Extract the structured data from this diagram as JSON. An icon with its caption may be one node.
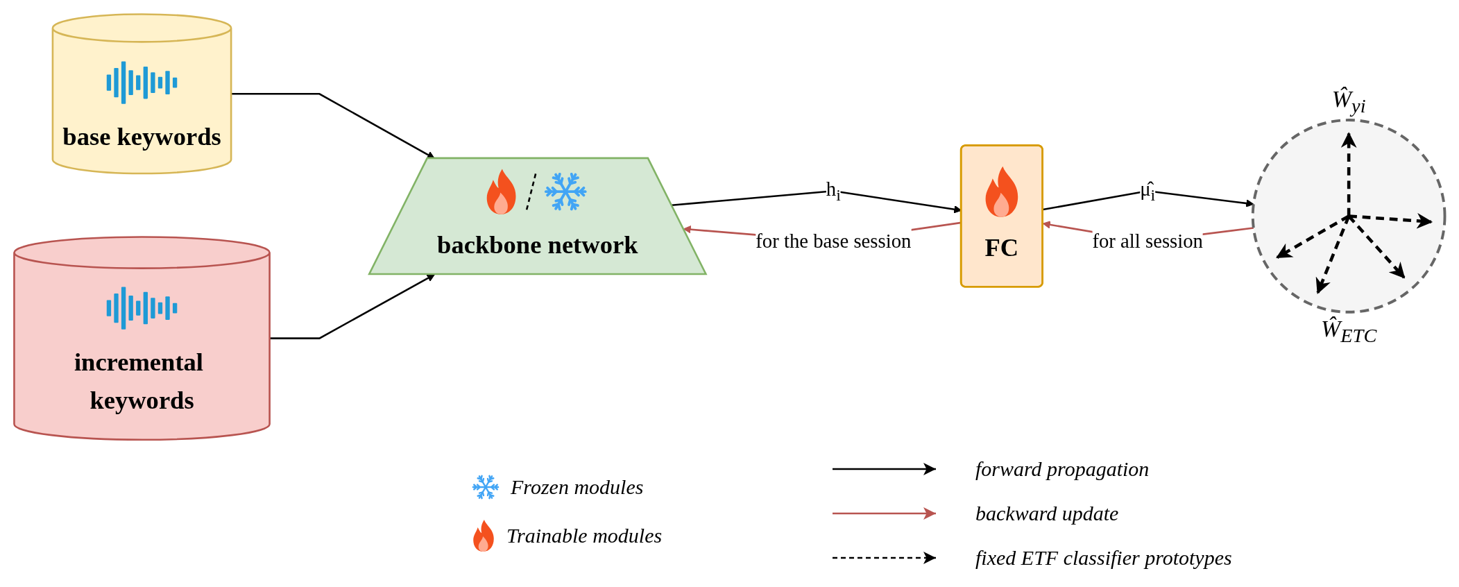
{
  "diagram": {
    "nodes": [
      {
        "text": [
          "base keywords"
        ]
      },
      {
        "text": [
          "incremental keywords"
        ]
      },
      {
        "text": [
          "backbone network"
        ]
      },
      {
        "text": [
          "FC"
        ]
      },
      {
        "text": [],
        "shape": "circle",
        "beside": [
          "Ŵ$_{yi}$",
          "Ŵ$_{ETC}$"
        ]
      }
    ],
    "edges": [
      {
        "from": 0,
        "to": 2,
        "arrow": "to"
      },
      {
        "from": 1,
        "to": 2,
        "arrow": "to"
      },
      {
        "from": 2,
        "to": 3,
        "arrow": "to",
        "label": "h$_{i}$"
      },
      {
        "from": 3,
        "to": 2,
        "arrow": "to",
        "label": "for the base session",
        "color": "#b85450"
      },
      {
        "from": 3,
        "to": 4,
        "arrow": "to",
        "label": "μ̂$_{i}$"
      },
      {
        "from": 4,
        "to": 3,
        "arrow": "to",
        "label": "for all session",
        "color": "#b85450"
      }
    ],
    "legend": [
      {
        "text": "Frozen modules"
      },
      {
        "text": "Trainable modules"
      },
      {
        "text": "forward propagation"
      },
      {
        "text": "backward update"
      },
      {
        "text": "fixed ETF classifier prototypes"
      }
    ]
  }
}
